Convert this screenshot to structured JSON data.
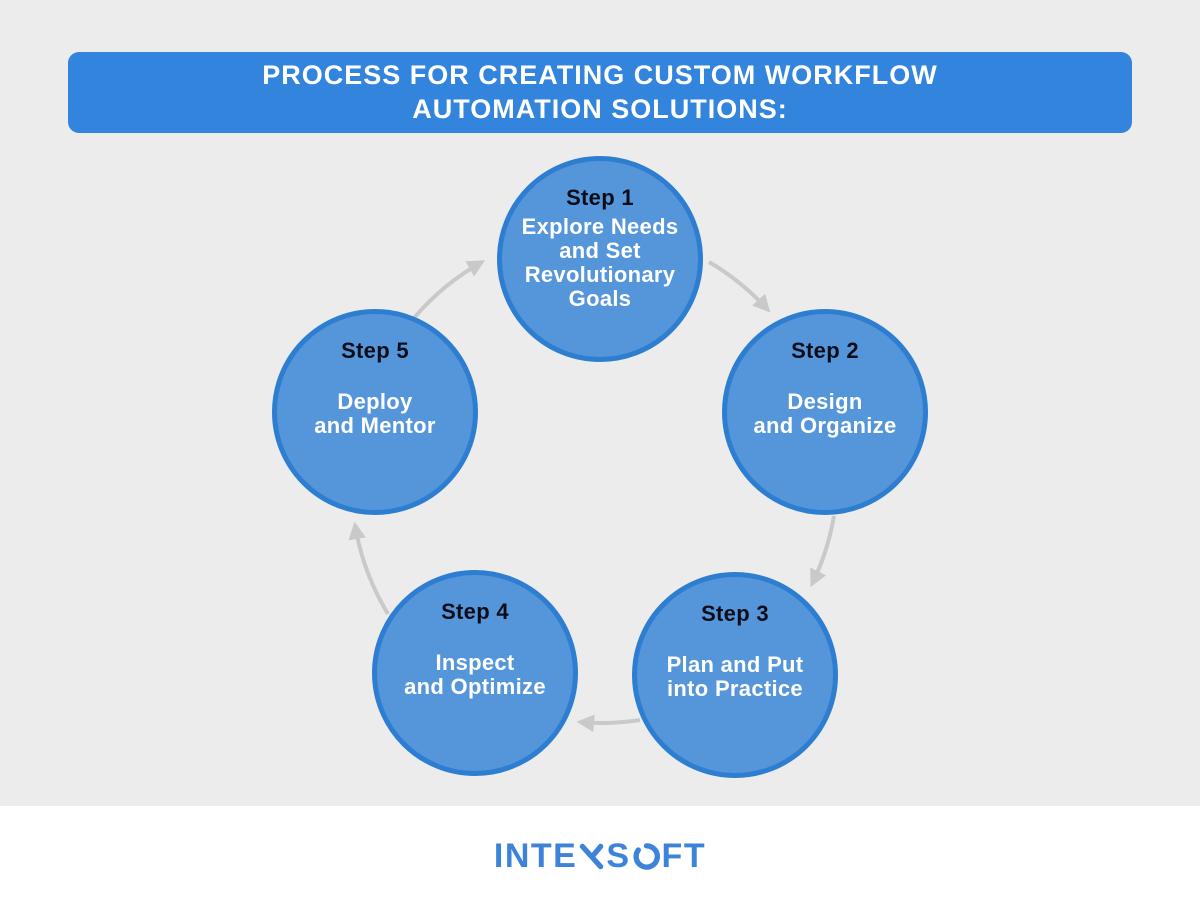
{
  "title": {
    "text": "PROCESS FOR CREATING CUSTOM WORKFLOW\nAUTOMATION SOLUTIONS:"
  },
  "steps": [
    {
      "label": "Step 1",
      "title": "Explore Needs\nand Set\nRevolutionary\nGoals"
    },
    {
      "label": "Step 2",
      "title": "Design\nand Organize"
    },
    {
      "label": "Step 3",
      "title": "Plan and Put\ninto Practice"
    },
    {
      "label": "Step 4",
      "title": "Inspect\nand Optimize"
    },
    {
      "label": "Step 5",
      "title": "Deploy\nand Mentor"
    }
  ],
  "logo": {
    "text": "INTEXSOFT",
    "part_pre": "INTE",
    "part_s": "S",
    "part_post": "FT"
  },
  "colors": {
    "accent": "#3384dc",
    "circle_fill": "#5596da",
    "circle_border": "#2d7dd1",
    "step_label": "#0d0d1a",
    "circle_text": "#ffffff",
    "arrow": "#c9c9c9",
    "background": "#ececec",
    "footer_bg": "#ffffff",
    "logo": "#3c83d9"
  }
}
